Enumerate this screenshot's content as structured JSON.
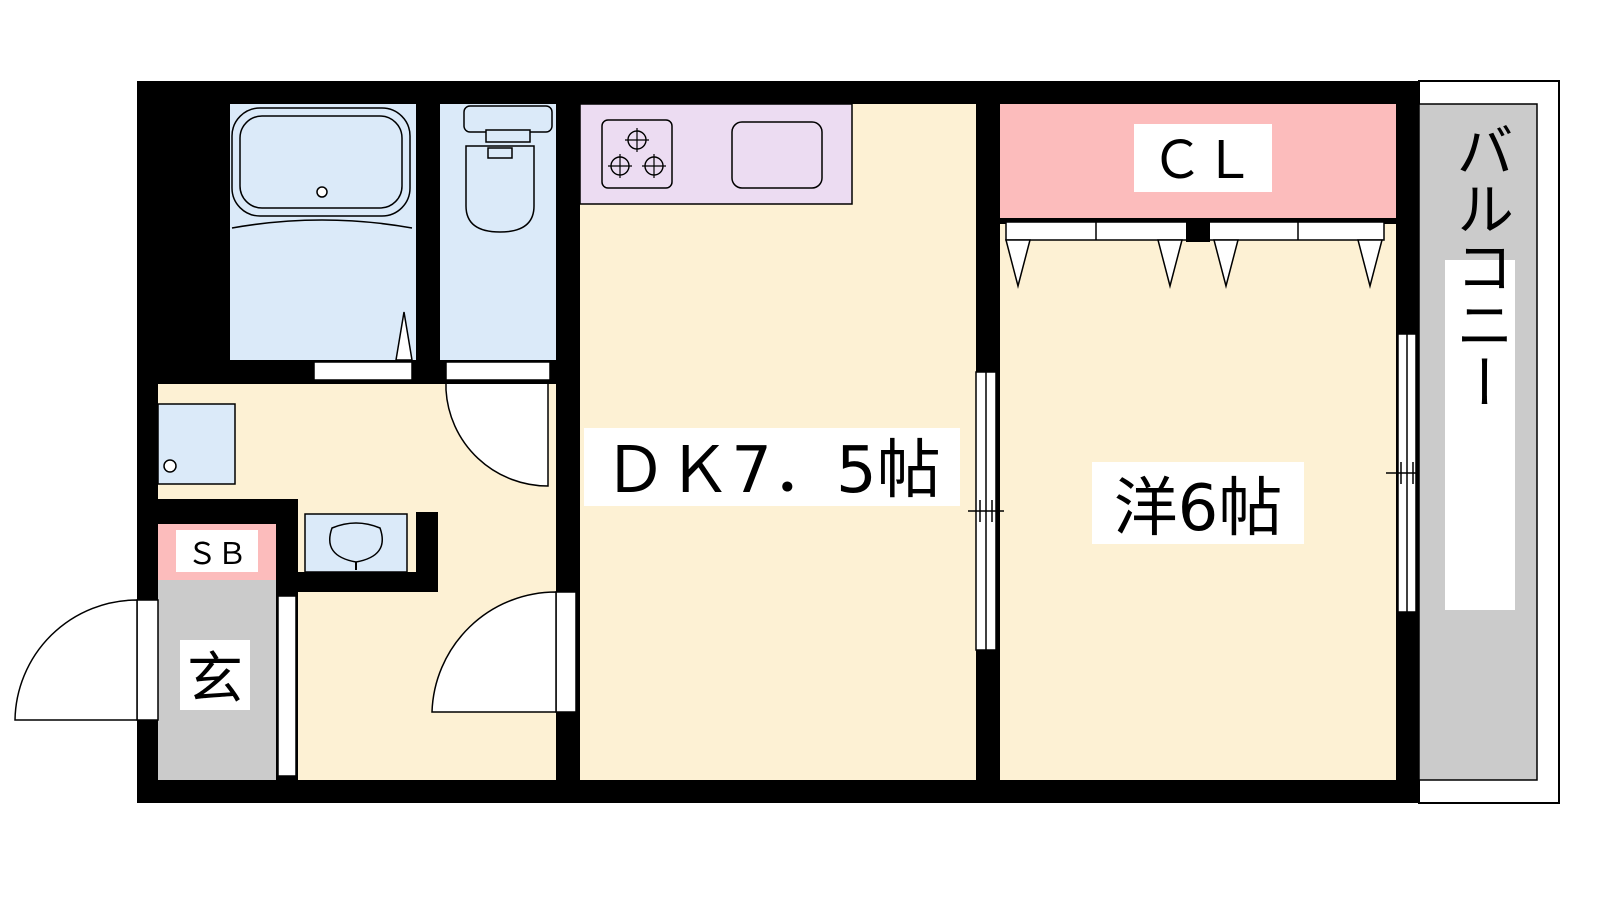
{
  "rooms": {
    "dk": {
      "label": "ＤＫ7．5帖",
      "color": "#fdf1d4"
    },
    "western": {
      "label": "洋6帖",
      "color": "#fdf1d4"
    },
    "closet": {
      "label": "ＣＬ",
      "color": "#fcbcbc"
    },
    "balcony": {
      "label": "バルコニー",
      "color": "#cbcbcb"
    },
    "entrance": {
      "label": "玄",
      "color": "#cbcbcb"
    },
    "shoebox": {
      "label": "ＳＢ",
      "color": "#fcbcbc"
    },
    "wet_area": {
      "color": "#dbeaf9"
    },
    "kitchen": {
      "color": "#ecdcf2"
    },
    "wall": {
      "color": "#000000"
    }
  }
}
